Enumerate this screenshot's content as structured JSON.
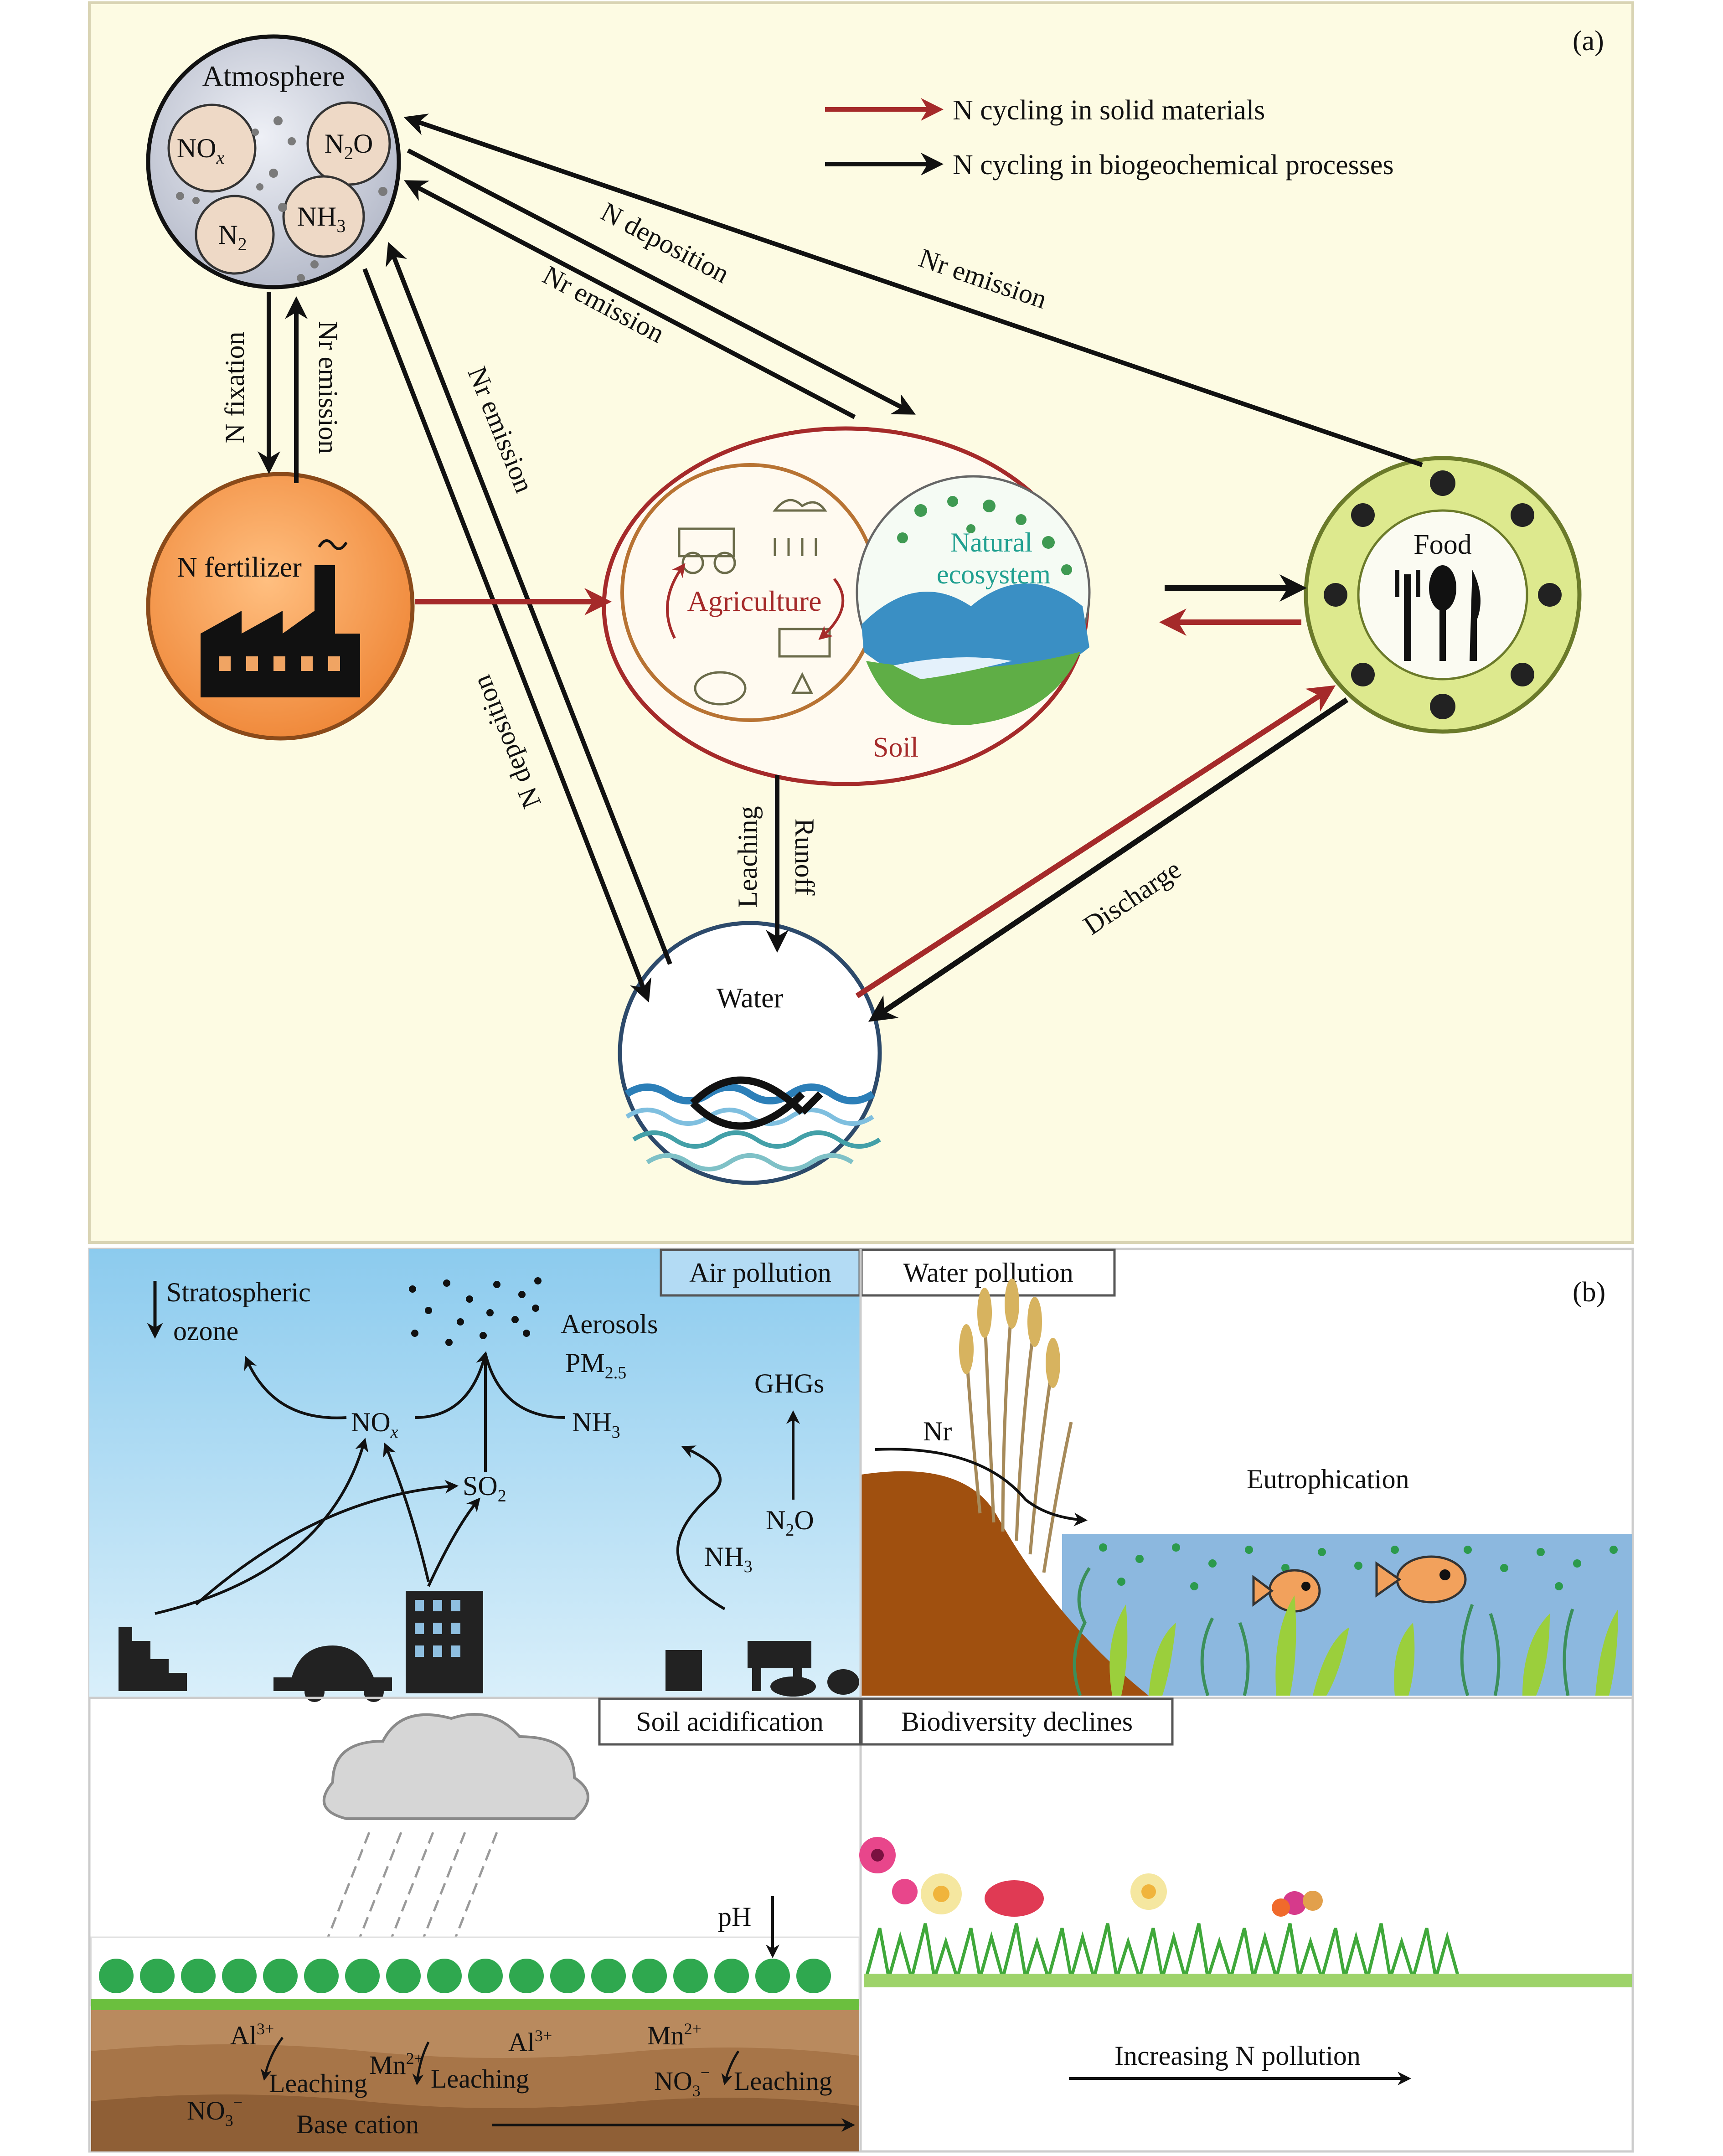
{
  "panel_a": {
    "label": "(a)",
    "legend": {
      "red": "N cycling in solid materials",
      "black": "N cycling in biogeochemical processes"
    },
    "nodes": {
      "atmosphere": "Atmosphere",
      "nox": "NO",
      "nox_sub": "x",
      "n2o_a": "N",
      "n2o_sub": "2",
      "n2o_b": "O",
      "n2": "N",
      "n2_sub": "2",
      "nh3": "NH",
      "nh3_sub": "3",
      "fertilizer": "N fertilizer",
      "agriculture": "Agriculture",
      "natural_1": "Natural",
      "natural_2": "ecosystem",
      "soil": "Soil",
      "food": "Food",
      "water": "Water"
    },
    "arrows": {
      "n_fixation": "N fixation",
      "nr_emission_fert": "Nr emission",
      "nr_emission_water": "Nr emission",
      "n_deposition_water": "N deposition",
      "n_deposition_soil": "N deposition",
      "nr_emission_soil": "Nr emission",
      "nr_emission_food": "Nr emission",
      "leaching": "Leaching",
      "runoff": "Runoff",
      "discharge": "Discharge"
    },
    "colors": {
      "red_arrow": "#a52a2a",
      "black_arrow": "#111111",
      "background": "#fdfbe3"
    }
  },
  "panel_b": {
    "label": "(b)",
    "air": {
      "title": "Air pollution",
      "stratospheric": "Stratospheric",
      "ozone": "ozone",
      "aerosols": "Aerosols",
      "pm": "PM",
      "pm_sub": "2.5",
      "nox": "NO",
      "nox_sub": "x",
      "nh3": "NH",
      "nh3_sub": "3",
      "so2": "SO",
      "so2_sub": "2",
      "ghgs": "GHGs",
      "n2o": "N",
      "n2o_sub": "2",
      "n2o_o": "O",
      "nh3_low": "NH",
      "nh3_low_sub": "3"
    },
    "water": {
      "title": "Water pollution",
      "nr": "Nr",
      "eutrophication": "Eutrophication"
    },
    "soil": {
      "title": "Soil acidification",
      "ph": "pH",
      "al1": "Al",
      "al1_sup": "3+",
      "al2": "Al",
      "al2_sup": "3+",
      "mn1": "Mn",
      "mn1_sup": "2+",
      "mn2": "Mn",
      "mn2_sup": "2+",
      "leaching1": "Leaching",
      "leaching2": "Leaching",
      "leaching3": "Leaching",
      "no3_1": "NO",
      "no3_1_sub": "3",
      "no3_1_sup": "−",
      "no3_2": "NO",
      "no3_2_sub": "3",
      "no3_2_sup": "−",
      "base_cation": "Base cation"
    },
    "biodiversity": {
      "title": "Biodiversity declines",
      "increasing": "Increasing N pollution"
    }
  }
}
